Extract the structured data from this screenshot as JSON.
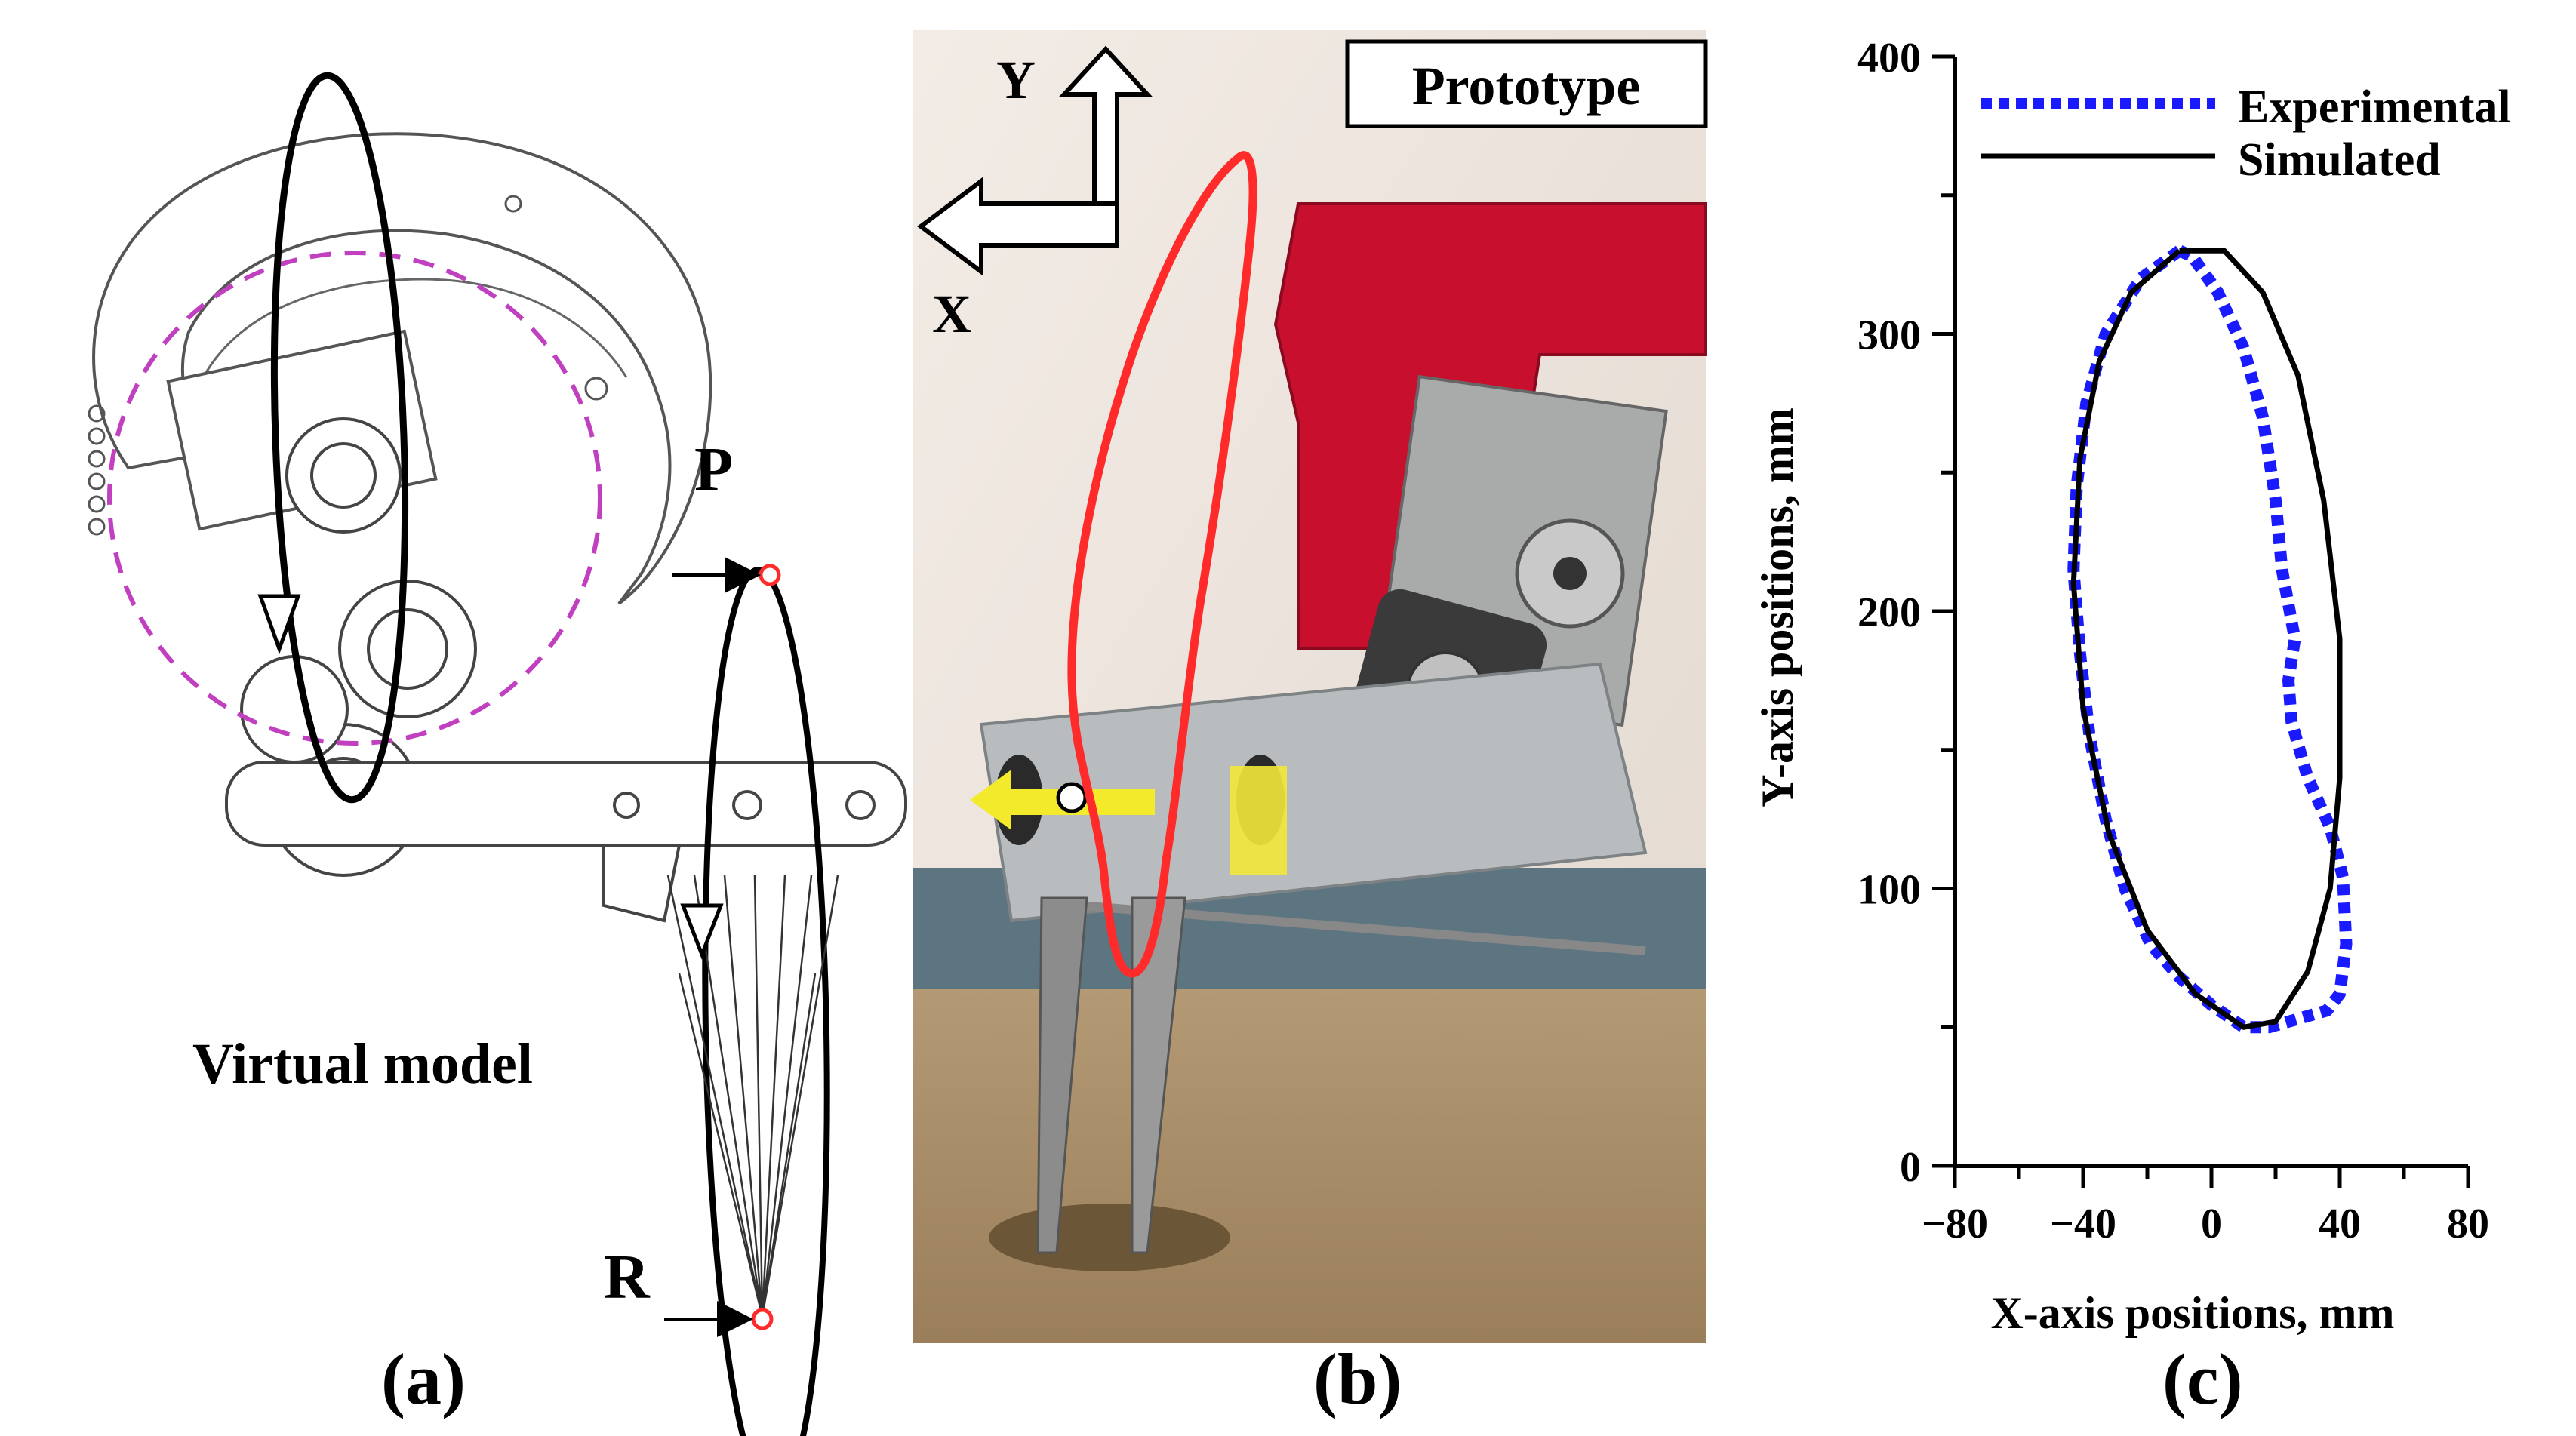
{
  "panel_a": {
    "caption": "(a)",
    "model_label": "Virtual model",
    "point_p": "P",
    "point_r": "R"
  },
  "panel_b": {
    "caption": "(b)",
    "prototype_label": "Prototype",
    "axis_y": "Y",
    "axis_x": "X"
  },
  "panel_c": {
    "caption": "(c)"
  },
  "colors": {
    "trajectory_red": "#ff2a2a",
    "dashed_circle": "#c040c0",
    "experimental": "#1a1aff",
    "simulated": "#000000",
    "frame_red": "#c8102e",
    "soil": "#a88d68"
  },
  "chart_data": {
    "type": "line",
    "xlabel": "X-axis positions, mm",
    "ylabel": "Y-axis positions, mm",
    "xlim": [
      -80,
      80
    ],
    "ylim": [
      0,
      400
    ],
    "xticks": [
      "−80",
      "−40",
      "0",
      "40",
      "80"
    ],
    "yticks": [
      "0",
      "100",
      "200",
      "300",
      "400"
    ],
    "legend_position": "top-right",
    "series": [
      {
        "name": "Experimental",
        "style": "dotted",
        "color": "#1a1aff",
        "x": [
          -10,
          -22,
          -33,
          -39,
          -42,
          -43,
          -41,
          -38,
          -33,
          -27,
          -19,
          -10,
          0,
          10,
          18,
          24,
          30,
          36,
          40,
          42,
          41,
          37,
          30,
          25,
          24,
          26,
          22,
          20,
          16,
          10,
          2,
          -6,
          -10
        ],
        "y": [
          330,
          320,
          300,
          275,
          245,
          215,
          185,
          155,
          125,
          100,
          80,
          68,
          58,
          50,
          50,
          52,
          54,
          56,
          62,
          80,
          104,
          122,
          140,
          160,
          175,
          190,
          215,
          240,
          270,
          295,
          315,
          328,
          330
        ]
      },
      {
        "name": "Simulated",
        "style": "solid",
        "color": "#000000",
        "x": [
          -10,
          -25,
          -35,
          -41,
          -43,
          -40,
          -32,
          -20,
          -5,
          10,
          20,
          30,
          37,
          40,
          40,
          35,
          27,
          16,
          4,
          -10
        ],
        "y": [
          330,
          315,
          290,
          255,
          210,
          165,
          120,
          85,
          62,
          50,
          52,
          70,
          100,
          140,
          190,
          240,
          285,
          315,
          330,
          330
        ]
      }
    ]
  }
}
